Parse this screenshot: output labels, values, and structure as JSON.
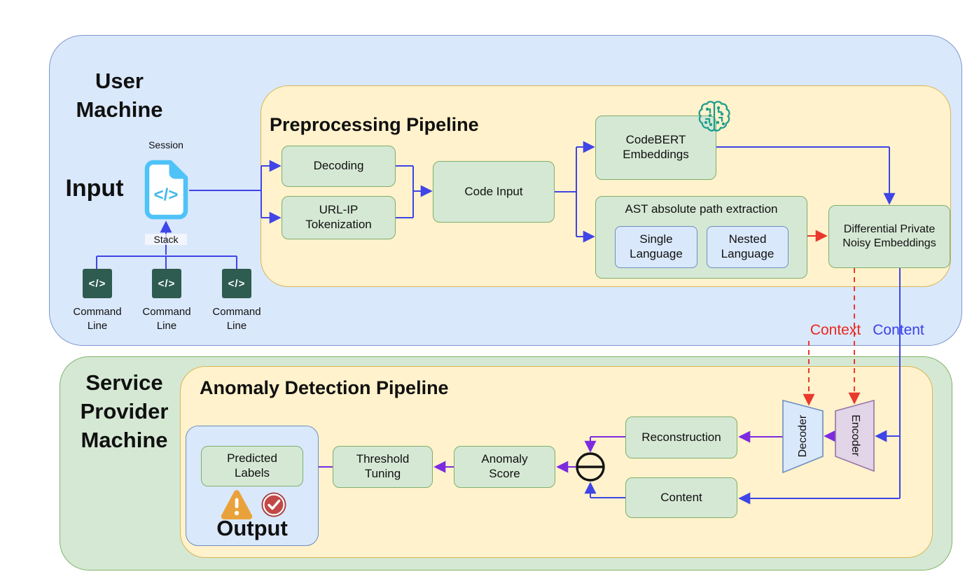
{
  "colors": {
    "machine_container": "#dae8fc",
    "pipeline_container": "#fff2cc",
    "provider_container": "#d5e8d4",
    "node_green": "#d5e8d4",
    "node_blue": "#dae8fc",
    "encoder_fill": "#e1d5e7",
    "edge_blue": "#3f45e6",
    "edge_purple": "#7c2bdf",
    "edge_red": "#e8392c",
    "context_label_color": "#e8291c",
    "content_label_color": "#3a41e8",
    "session_icon_color": "#4fc3f7",
    "terminal_fill": "#2e5c50",
    "brain_icon_color": "#1f9e8e",
    "warning_icon_color": "#e9a23b",
    "check_icon_color": "#bf4341"
  },
  "user_machine": {
    "title": [
      "User",
      "Machine"
    ],
    "input_label": "Input",
    "session": {
      "label": "Session",
      "glyph": "</>"
    },
    "stack_label": "Stack",
    "terminals": [
      {
        "glyph": "</>",
        "label": [
          "Command",
          "Line"
        ]
      },
      {
        "glyph": "</>",
        "label": [
          "Command",
          "Line"
        ]
      },
      {
        "glyph": "</>",
        "label": [
          "Command",
          "Line"
        ]
      }
    ]
  },
  "preprocessing_pipeline": {
    "title": "Preprocessing Pipeline",
    "decoding": "Decoding",
    "url_ip": [
      "URL-IP",
      "Tokenization"
    ],
    "code_input": "Code Input",
    "codebert": [
      "CodeBERT",
      "Embeddings"
    ],
    "ast": {
      "title": "AST absolute path extraction",
      "single": [
        "Single",
        "Language"
      ],
      "nested": [
        "Nested",
        "Language"
      ]
    },
    "dp_embeddings": [
      "Differential Private",
      "Noisy Embeddings"
    ]
  },
  "flow_labels": {
    "context": "Context",
    "content": "Content"
  },
  "service_provider_machine": {
    "title": [
      "Service",
      "Provider",
      "Machine"
    ]
  },
  "anomaly_pipeline": {
    "title": "Anomaly Detection Pipeline",
    "decoder": "Decoder",
    "encoder": "Encoder",
    "reconstruction": "Reconstruction",
    "content": "Content",
    "anomaly_score": [
      "Anomaly",
      "Score"
    ],
    "threshold_tuning": [
      "Threshold",
      "Tuning"
    ],
    "predicted_labels": [
      "Predicted",
      "Labels"
    ],
    "output_label": "Output"
  }
}
